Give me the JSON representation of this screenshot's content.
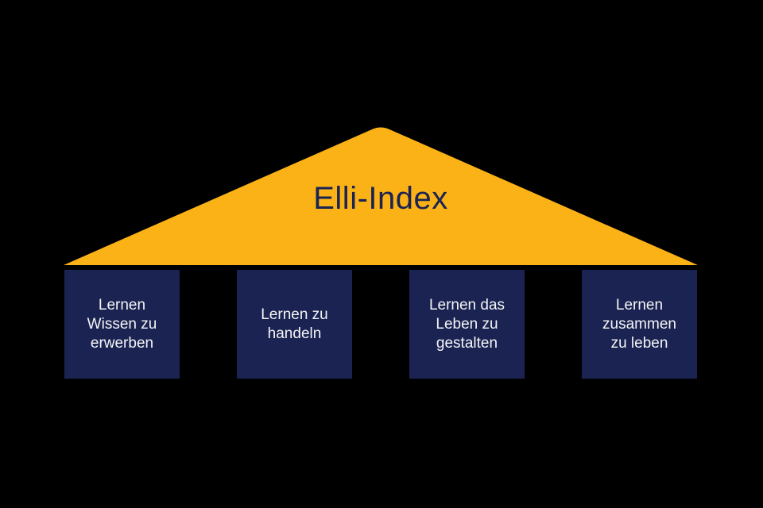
{
  "diagram": {
    "background_color": "#000000",
    "roof": {
      "label": "Elli-Index",
      "shape": "triangle",
      "fill_color": "#FBB216",
      "text_color": "#1A2351"
    },
    "pillars": [
      {
        "label": "Lernen\nWissen zu\nerwerben"
      },
      {
        "label": "Lernen zu\nhandeln"
      },
      {
        "label": "Lernen das\nLeben zu\ngestalten"
      },
      {
        "label": "Lernen\nzusammen\nzu leben"
      }
    ],
    "pillar_fill_color": "#1A2351",
    "pillar_text_color": "#F5F5F7"
  }
}
